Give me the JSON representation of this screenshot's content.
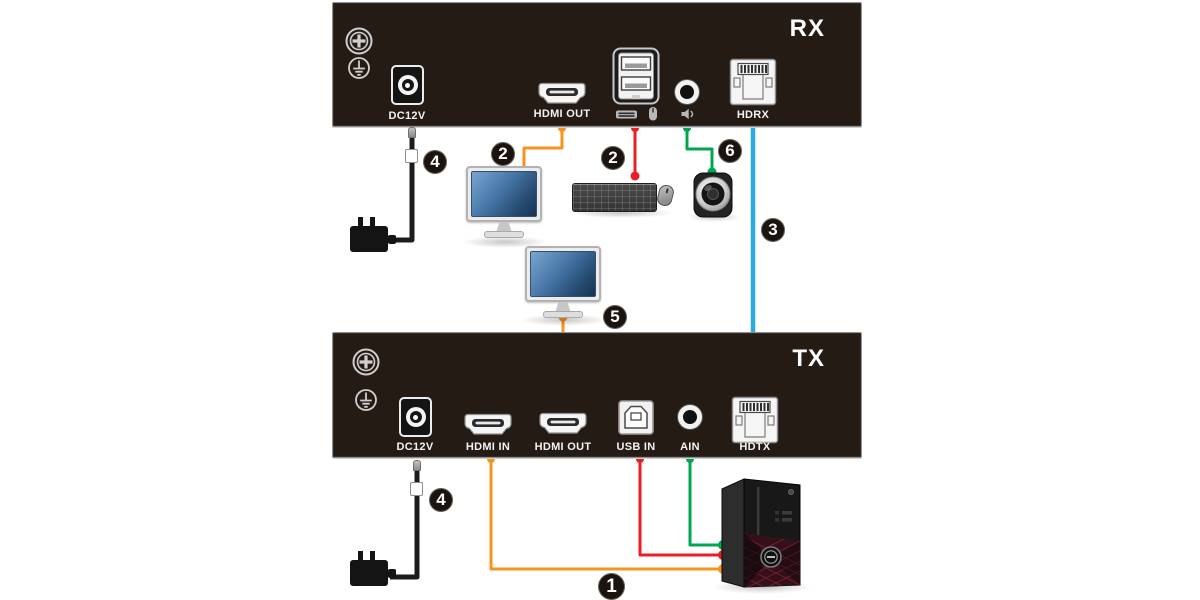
{
  "diagram": {
    "rx_unit": {
      "title": "RX",
      "ports": {
        "dc": "DC12V",
        "hdmi_out": "HDMI OUT",
        "hdrx": "HDRX"
      }
    },
    "tx_unit": {
      "title": "TX",
      "ports": {
        "dc": "DC12V",
        "hdmi_in": "HDMI IN",
        "hdmi_out": "HDMI OUT",
        "usb_in": "USB IN",
        "ain": "AIN",
        "hdtx": "HDTX"
      }
    },
    "badges": {
      "pc_source": "1",
      "rx_monitor": "2",
      "rx_keyboard_mouse": "2",
      "link_cable": "3",
      "rx_power": "4",
      "tx_power": "4",
      "tx_local_monitor": "5",
      "rx_speaker": "6"
    },
    "colors": {
      "orange": "#F7941D",
      "red": "#EC1C24",
      "green": "#00A650",
      "blue": "#29ABE2",
      "panel": "#241B15",
      "badge": "#1B130E",
      "cable": "#1C1C1C"
    }
  }
}
